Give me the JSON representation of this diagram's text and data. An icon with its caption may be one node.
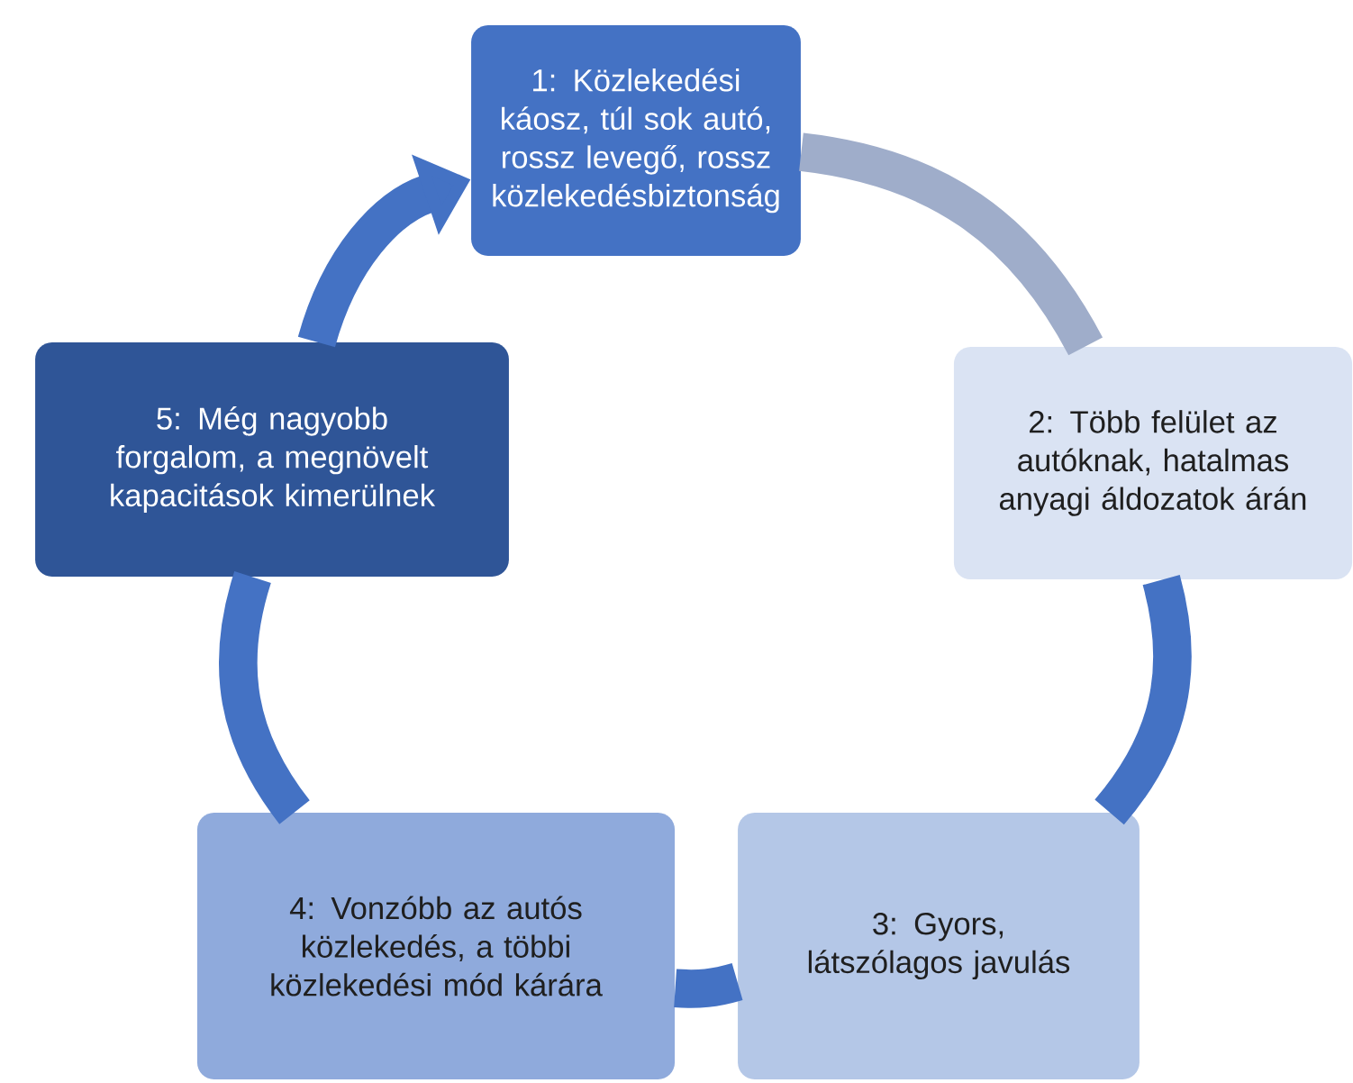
{
  "diagram": {
    "nodes": [
      {
        "text": [
          "1: Közlekedési káosz, túl sok autó, rossz levegő, rossz közlekedésbiztonság"
        ]
      },
      {
        "text": [
          "2: Több felület az autóknak, hatalmas anyagi áldozatok árán"
        ]
      },
      {
        "text": [
          "3: Gyors, látszólagos javulás"
        ]
      },
      {
        "text": [
          "4: Vonzóbb az autós közlekedés, a többi közlekedési mód kárára"
        ]
      },
      {
        "text": [
          "5: Még nagyobb forgalom, a megnövelt kapacitások kimerülnek"
        ]
      }
    ],
    "edges": [
      {
        "from": 0,
        "to": 1,
        "arrow": "none",
        "color": "#9fadca"
      },
      {
        "from": 1,
        "to": 2,
        "arrow": "none"
      },
      {
        "from": 2,
        "to": 3,
        "arrow": "none"
      },
      {
        "from": 3,
        "to": 4,
        "arrow": "none"
      },
      {
        "from": 4,
        "to": 0,
        "arrow": "to"
      }
    ]
  }
}
